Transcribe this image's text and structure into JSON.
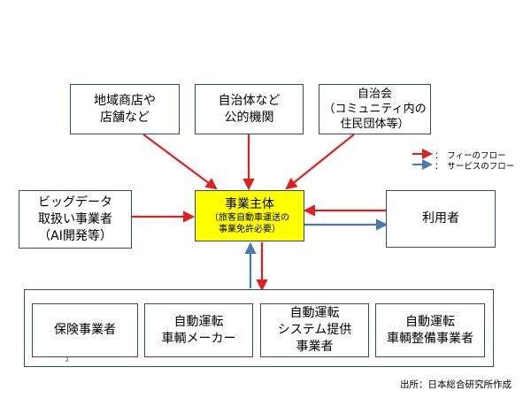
{
  "top_boxes": {
    "local_shops": [
      "地域商店や",
      "店舗など"
    ],
    "public_bodies": [
      "自治体など",
      "公的機関"
    ],
    "neighborhood_assoc": [
      "自治会",
      "（コミュニティ内の",
      "住民団体等）"
    ]
  },
  "left_box": [
    "ビッグデータ",
    "取扱い事業者",
    "（AI開発等）"
  ],
  "center_box": {
    "title": "事業主体",
    "note": [
      "（旅客自動車運送の",
      "事業免許必要）"
    ]
  },
  "right_box": [
    "利用者"
  ],
  "bottom_boxes": {
    "insurer": [
      "保険事業者"
    ],
    "vehicle_maker": [
      "自動運転",
      "車輌メーカー"
    ],
    "system_provider": [
      "自動運転",
      "システム提供",
      "事業者"
    ],
    "maintenance": [
      "自動運転",
      "車輌整備事業者"
    ]
  },
  "legend": {
    "fee_flow": "：　フィーのフロー",
    "service_flow": "：　サービスのフロー"
  },
  "slide_number": "2",
  "source_note": "出所：日本総合研究所作成",
  "colors": {
    "fee_arrow": "#e02020",
    "service_arrow": "#4a78b4",
    "box_border": "#2b4a78",
    "center_fill": "#ffff00"
  }
}
